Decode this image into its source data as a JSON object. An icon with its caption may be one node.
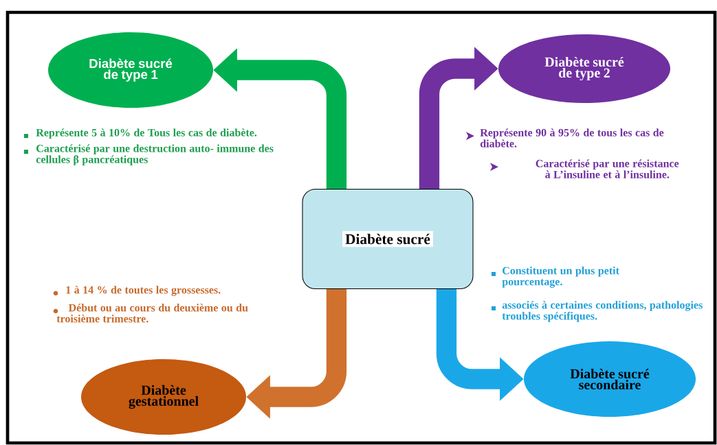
{
  "diagram": {
    "nodes": [
      {
        "text": [
          "Diabète sucré"
        ]
      },
      {
        "text": [
          "Diabète sucré de type 1"
        ]
      },
      {
        "text": [
          "Diabète sucré de type 2"
        ]
      },
      {
        "text": [
          "Diabète gestationnel"
        ]
      },
      {
        "text": [
          "Diabète sucré secondaire"
        ]
      }
    ],
    "edges": [
      {
        "from": 0,
        "to": 1,
        "arrow": "to",
        "color": "#00b050"
      },
      {
        "from": 0,
        "to": 2,
        "arrow": "to",
        "color": "#7030a0"
      },
      {
        "from": 0,
        "to": 3,
        "arrow": "to",
        "color": "#d0712e"
      },
      {
        "from": 0,
        "to": 4,
        "arrow": "to",
        "color": "#1aa7e8"
      }
    ],
    "labels": [
      "Représente 5 à 10% de Tous les cas de diabète.",
      "Caractérisé par une destruction auto- immune des cellules β pancréatiques",
      "Représente 90 à 95% de tous les cas de diabète.",
      "Caractérisé par une résistance à L’insuline et à l’insuline.",
      "1 à 14 % de toutes les grossesses.",
      "Début ou au cours du deuxième ou du troisième trimestre.",
      "Constituent un plus petit pourcentage.",
      "associés à certaines conditions, pathologies troubles spécifiques."
    ]
  }
}
